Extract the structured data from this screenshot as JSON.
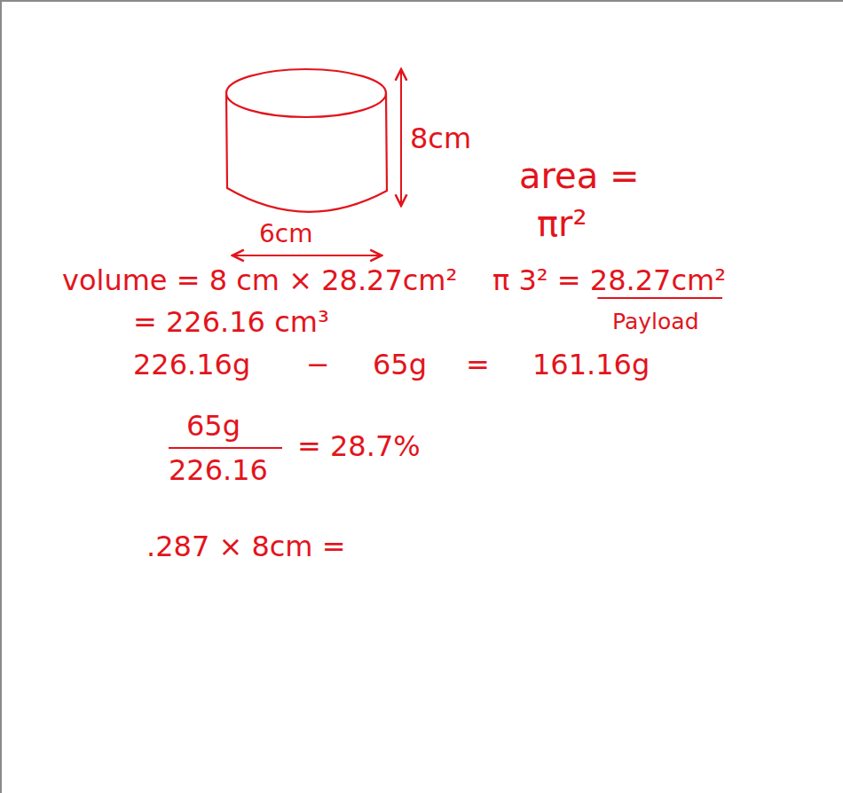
{
  "diagram": {
    "labels": [
      "8cm",
      "6cm",
      "area =",
      "πr²",
      "volume = 8 cm × 28.27cm²",
      "π 3² = 28.27cm²",
      "= 226.16 cm³",
      "Payload",
      "226.16g",
      "−",
      "65g",
      "=",
      "161.16g",
      "65g",
      "226.16",
      "= 28.7%",
      ".287 × 8cm ="
    ]
  }
}
